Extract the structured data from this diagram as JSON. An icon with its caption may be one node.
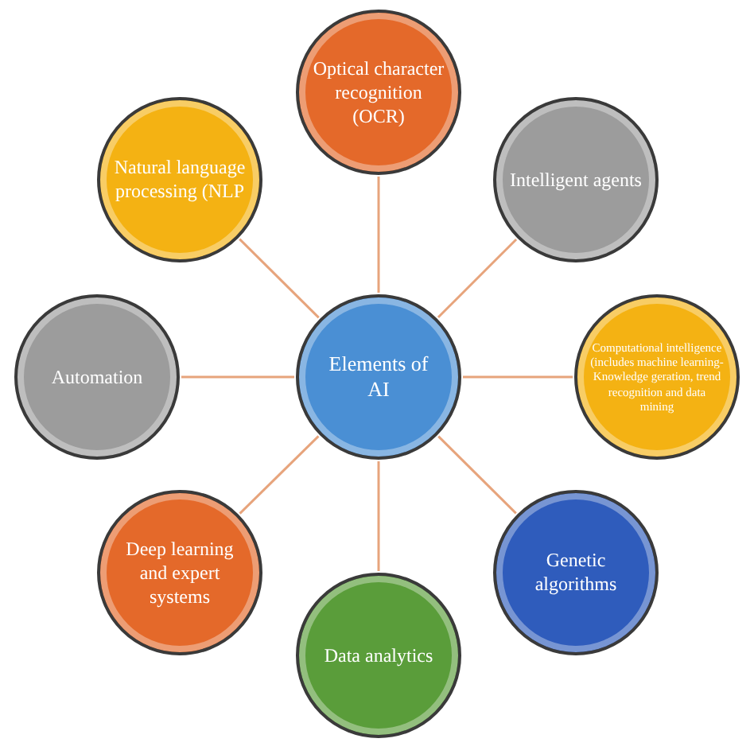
{
  "diagram": {
    "nodes": [
      {
        "text": [
          "Elements of AI"
        ]
      },
      {
        "text": [
          "Optical character recognition (OCR)"
        ]
      },
      {
        "text": [
          "Intelligent agents"
        ]
      },
      {
        "text": [
          "Computational intelligence (includes machine learning- Knowledge geration, trend recognition and data mining"
        ]
      },
      {
        "text": [
          "Genetic algorithms"
        ]
      },
      {
        "text": [
          "Data analytics"
        ]
      },
      {
        "text": [
          "Deep learning and expert systems"
        ]
      },
      {
        "text": [
          "Automation"
        ]
      },
      {
        "text": [
          "Natural language processing (NLP"
        ]
      }
    ],
    "edges": [
      {
        "from": 0,
        "to": 1,
        "arrow": "none"
      },
      {
        "from": 0,
        "to": 2,
        "arrow": "none"
      },
      {
        "from": 0,
        "to": 3,
        "arrow": "none"
      },
      {
        "from": 0,
        "to": 4,
        "arrow": "none"
      },
      {
        "from": 0,
        "to": 5,
        "arrow": "none"
      },
      {
        "from": 0,
        "to": 6,
        "arrow": "none"
      },
      {
        "from": 0,
        "to": 7,
        "arrow": "none"
      },
      {
        "from": 0,
        "to": 8,
        "arrow": "none"
      }
    ]
  }
}
